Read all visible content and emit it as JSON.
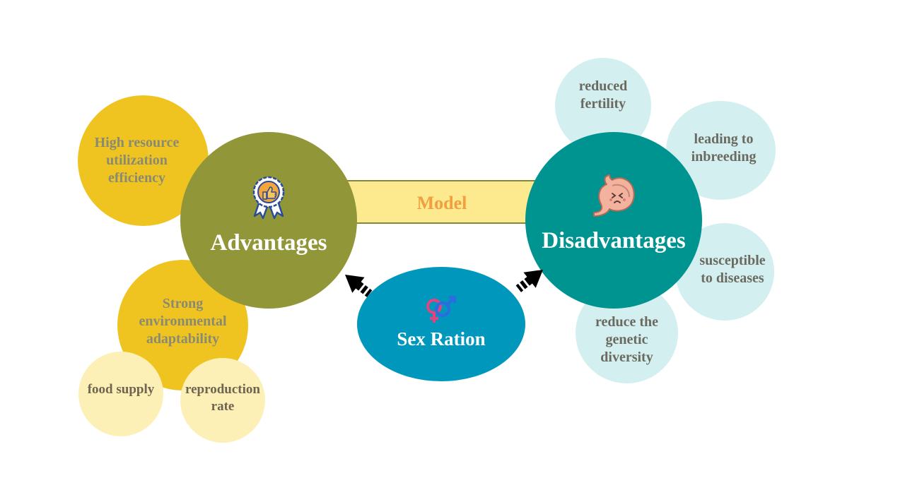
{
  "center": {
    "label": "Sex Ration",
    "color": "#0097bd"
  },
  "bridge": {
    "label": "Model",
    "color": "#fdea8e"
  },
  "advantages": {
    "label": "Advantages",
    "color": "#919738",
    "icon": "award-ribbon-thumbs-up-icon",
    "items": [
      {
        "label": "High resource\nutilization\nefficiency"
      },
      {
        "label": "Strong\nenvironmental\nadaptability"
      }
    ],
    "sub_items": [
      {
        "label": "food supply"
      },
      {
        "label": "reproduction\nrate"
      }
    ]
  },
  "disadvantages": {
    "label": "Disadvantages",
    "color": "#009490",
    "icon": "sick-stomach-icon",
    "items": [
      {
        "label": "reduced\nfertility"
      },
      {
        "label": "leading to\ninbreeding"
      },
      {
        "label": "susceptible\nto diseases"
      },
      {
        "label": "reduce the\ngenetic\ndiversity"
      }
    ]
  },
  "colors": {
    "yellow": "#efc420",
    "light_yellow": "#fdf0b6",
    "light_teal": "#d3eff0"
  }
}
